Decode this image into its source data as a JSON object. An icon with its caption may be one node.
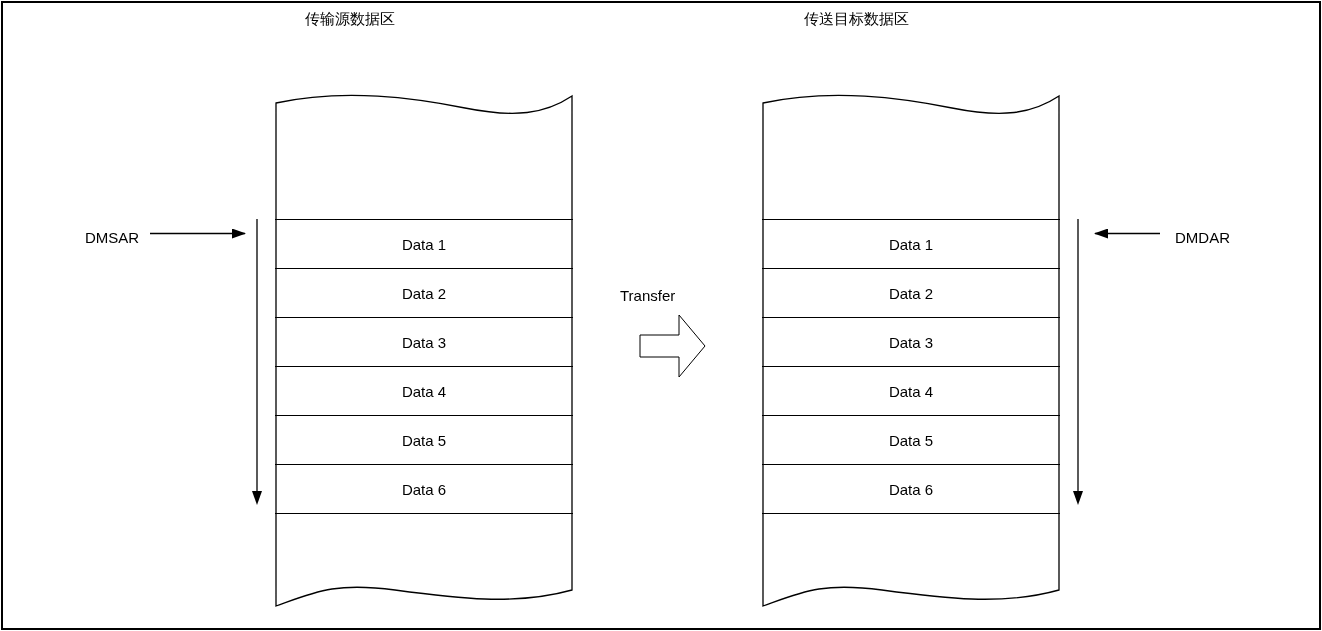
{
  "diagram": {
    "nodes": [
      {
        "text": [
          "传输源数据区"
        ]
      },
      {
        "text": [
          "Data 1"
        ],
        "in": 0
      },
      {
        "text": [
          "Data 2"
        ],
        "in": 0
      },
      {
        "text": [
          "Data 3"
        ],
        "in": 0
      },
      {
        "text": [
          "Data 4"
        ],
        "in": 0
      },
      {
        "text": [
          "Data 5"
        ],
        "in": 0
      },
      {
        "text": [
          "Data 6"
        ],
        "in": 0
      },
      {
        "text": [
          "传送目标数据区"
        ]
      },
      {
        "text": [
          "Data 1"
        ],
        "in": 7
      },
      {
        "text": [
          "Data 2"
        ],
        "in": 7
      },
      {
        "text": [
          "Data 3"
        ],
        "in": 7
      },
      {
        "text": [
          "Data 4"
        ],
        "in": 7
      },
      {
        "text": [
          "Data 5"
        ],
        "in": 7
      },
      {
        "text": [
          "Data 6"
        ],
        "in": 7
      },
      {
        "text": [
          "DMSAR"
        ]
      },
      {
        "text": [
          "DMDAR"
        ]
      }
    ],
    "edges": [
      {
        "from": 14,
        "to": 1,
        "arrow": "to"
      },
      {
        "from": 15,
        "to": 8,
        "arrow": "to"
      },
      {
        "from": 0,
        "to": 7,
        "arrow": "to",
        "label": "Transfer",
        "style": "thick"
      }
    ]
  }
}
